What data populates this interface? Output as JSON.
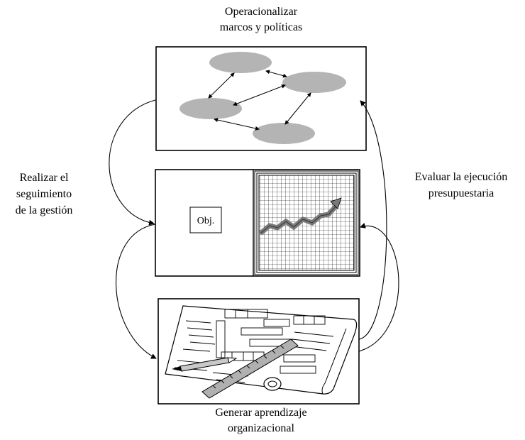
{
  "title_top_line1": "Operacionalizar",
  "title_top_line2": "marcos y políticas",
  "left_line1": "Realizar el",
  "left_line2": "seguimiento",
  "left_line3": "de la gestión",
  "right_line1": "Evaluar la ejecución",
  "right_line2": "presupuestaria",
  "bottom_line1": "Generar aprendizaje",
  "bottom_line2": "organizacional",
  "obj_label": "Obj.",
  "colors": {
    "line": "#000000",
    "ellipse_fill": "#b4b4b4",
    "chart_line": "#808080",
    "background": "#ffffff"
  }
}
